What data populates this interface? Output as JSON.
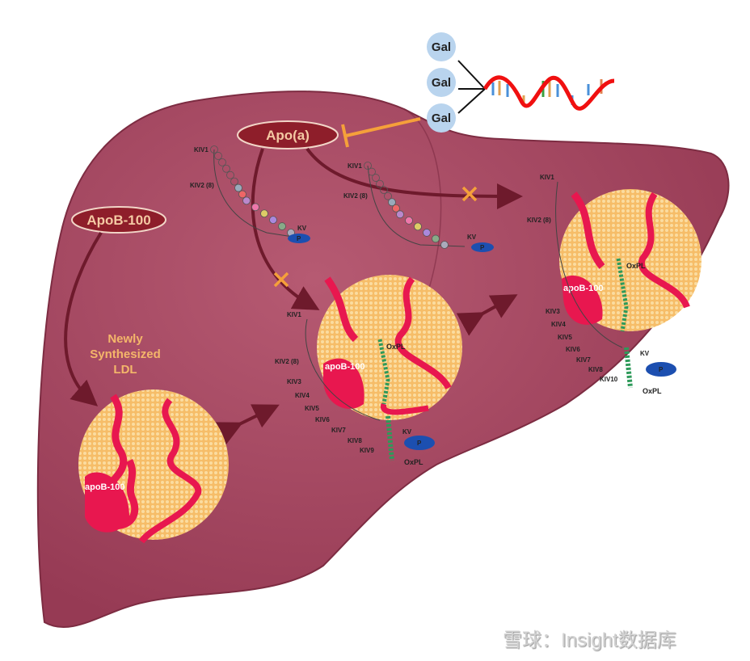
{
  "gal_labels": [
    "Gal",
    "Gal",
    "Gal"
  ],
  "apo_a_label": "Apo(a)",
  "apob100_label": "ApoB-100",
  "newly_synth": [
    "Newly",
    "Synthesized",
    "LDL"
  ],
  "particle_apob_label": "apoB-100",
  "oxpl_label": "OxPL",
  "kv_label": "KV",
  "p_label": "P",
  "kiv_labels": {
    "kiv1": "KIV1",
    "kiv2": "KIV2 (8)",
    "kiv3": "KIV3",
    "kiv4": "KIV4",
    "kiv5": "KIV5",
    "kiv6": "KIV6",
    "kiv7": "KIV7",
    "kiv8": "KIV8",
    "kiv9": "KIV9",
    "kiv10": "KIV10"
  },
  "colors": {
    "liver": "#a84a64",
    "oval": "#8e1e2a",
    "arrow": "#6e1a2c",
    "inhibit": "#f5a03a",
    "ldl_core": "#f6bd68",
    "apob_strand": "#e8174f",
    "gal_circle": "#b9d4ee",
    "rna": "#f01010"
  },
  "watermark": "雪球：Insight数据库"
}
